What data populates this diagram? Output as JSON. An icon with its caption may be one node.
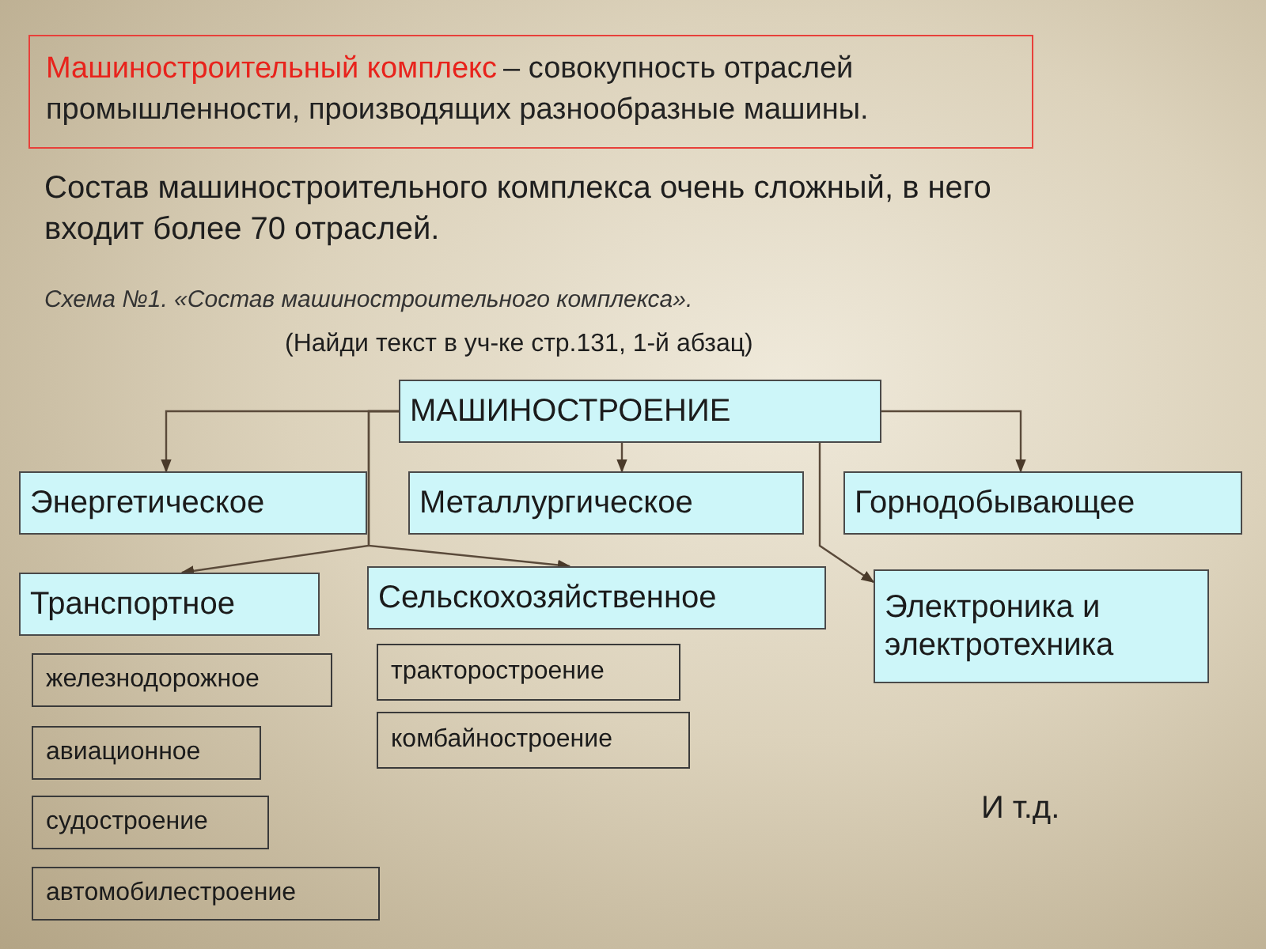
{
  "diagram": {
    "nodes": [
      {
        "text": [
          "Машиностроительный комплекс",
          "– совокупность отраслей промышленности, производящих разнообразные машины."
        ]
      },
      {
        "text": [
          "МАШИНОСТРОЕНИЕ"
        ]
      },
      {
        "text": [
          "Энергетическое"
        ]
      },
      {
        "text": [
          "Металлургическое"
        ]
      },
      {
        "text": [
          "Горнодобывающее"
        ]
      },
      {
        "text": [
          "Транспортное"
        ]
      },
      {
        "text": [
          "Сельскохозяйственное"
        ]
      },
      {
        "text": [
          "Электроника и электротехника"
        ]
      },
      {
        "text": [
          "железнодорожное"
        ]
      },
      {
        "text": [
          "авиационное"
        ]
      },
      {
        "text": [
          "судостроение"
        ]
      },
      {
        "text": [
          "автомобилестроение"
        ]
      },
      {
        "text": [
          "тракторостроение"
        ]
      },
      {
        "text": [
          "комбайностроение"
        ]
      }
    ],
    "edges": [
      {
        "from": 1,
        "to": 2,
        "arrow": "to"
      },
      {
        "from": 1,
        "to": 3,
        "arrow": "to"
      },
      {
        "from": 1,
        "to": 4,
        "arrow": "to"
      },
      {
        "from": 1,
        "to": 5,
        "arrow": "to"
      },
      {
        "from": 1,
        "to": 6,
        "arrow": "to"
      },
      {
        "from": 1,
        "to": 7,
        "arrow": "to"
      }
    ],
    "labels": [
      "Состав машиностроительного комплекса очень сложный, в него входит более 70 отраслей.",
      "Схема №1. «Состав машиностроительного комплекса».",
      "(Найди текст в уч-ке стр.131, 1-й абзац)",
      "И т.д."
    ]
  }
}
